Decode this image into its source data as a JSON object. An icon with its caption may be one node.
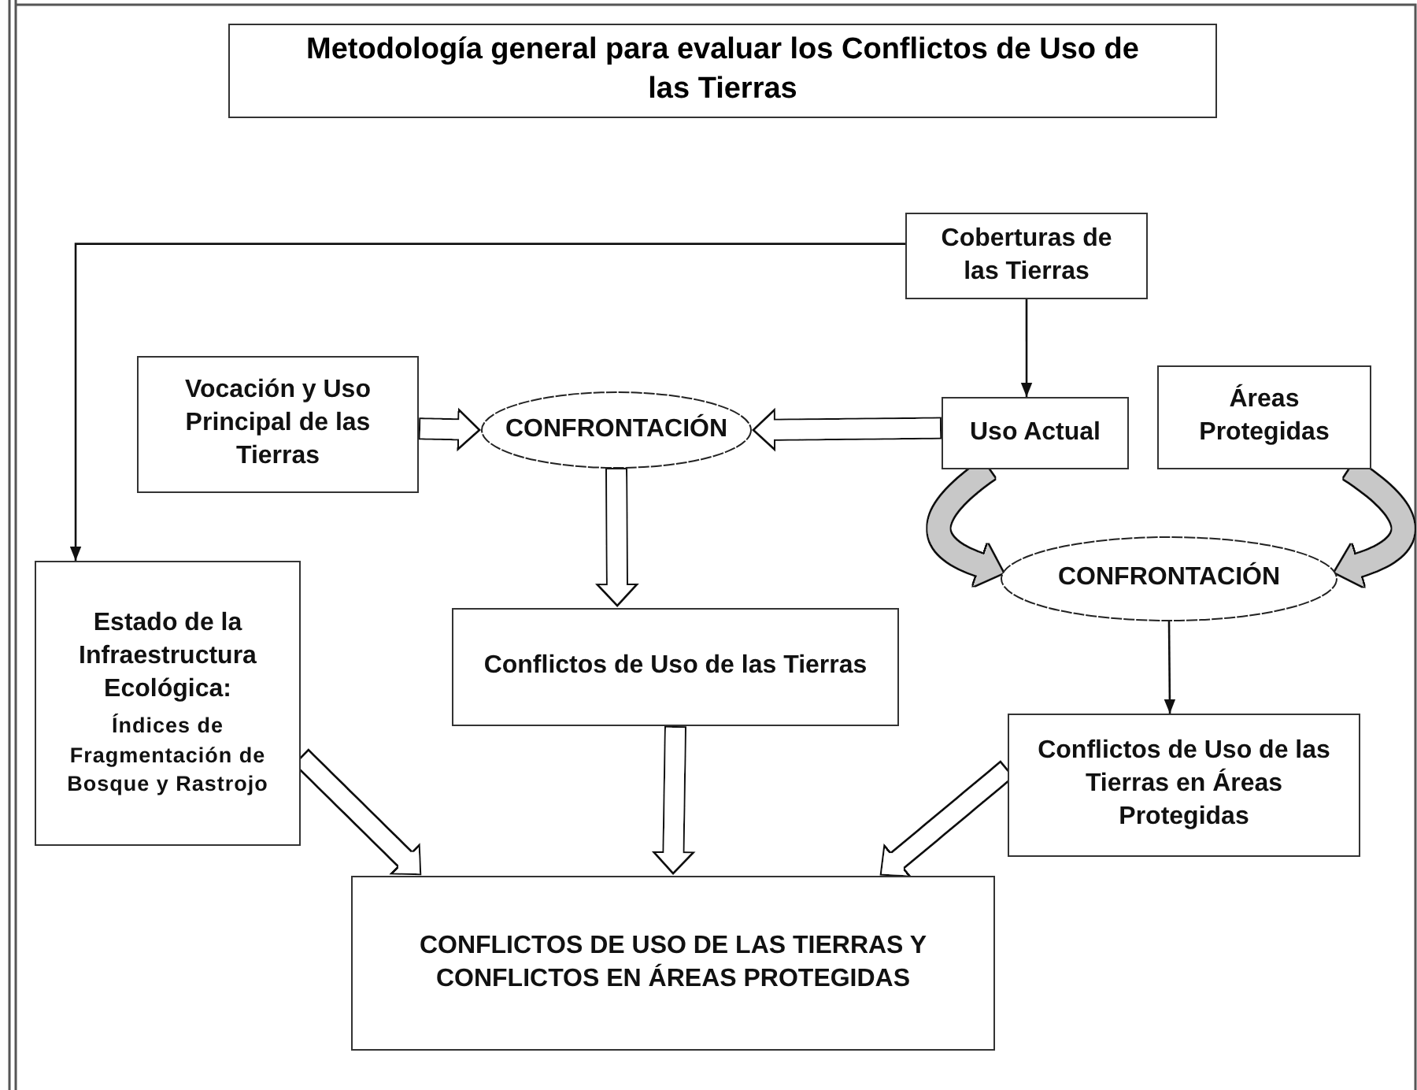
{
  "diagram": {
    "title": "Metodología general para evaluar los Conflictos de Uso de las Tierras",
    "nodes": [
      {
        "text": [
          "Coberturas de las Tierras"
        ]
      },
      {
        "text": [
          "Vocación y Uso Principal de las Tierras"
        ]
      },
      {
        "text": [
          "CONFRONTACIÓN"
        ]
      },
      {
        "text": [
          "Uso Actual"
        ]
      },
      {
        "text": [
          "Áreas Protegidas"
        ]
      },
      {
        "text": [
          "CONFRONTACIÓN"
        ]
      },
      {
        "text": [
          "Estado de la Infraestructura Ecológica:",
          "Índices de Fragmentación de Bosque y Rastrojo"
        ]
      },
      {
        "text": [
          "Conflictos de Uso de las Tierras"
        ]
      },
      {
        "text": [
          "Conflictos de Uso de las Tierras en Áreas Protegidas"
        ]
      },
      {
        "text": [
          "CONFLICTOS DE USO DE LAS TIERRAS Y CONFLICTOS EN ÁREAS PROTEGIDAS"
        ]
      }
    ],
    "edges": [
      {
        "from": 0,
        "to": 6,
        "arrow": "to"
      },
      {
        "from": 0,
        "to": 3,
        "arrow": "to"
      },
      {
        "from": 1,
        "to": 2,
        "arrow": "to"
      },
      {
        "from": 3,
        "to": 2,
        "arrow": "to"
      },
      {
        "from": 2,
        "to": 7,
        "arrow": "to"
      },
      {
        "from": 3,
        "to": 5,
        "arrow": "to",
        "color": "#c8c8c8"
      },
      {
        "from": 4,
        "to": 5,
        "arrow": "to",
        "color": "#c8c8c8"
      },
      {
        "from": 5,
        "to": 8,
        "arrow": "to"
      },
      {
        "from": 6,
        "to": 9,
        "arrow": "to"
      },
      {
        "from": 7,
        "to": 9,
        "arrow": "to"
      },
      {
        "from": 8,
        "to": 9,
        "arrow": "to"
      }
    ]
  }
}
